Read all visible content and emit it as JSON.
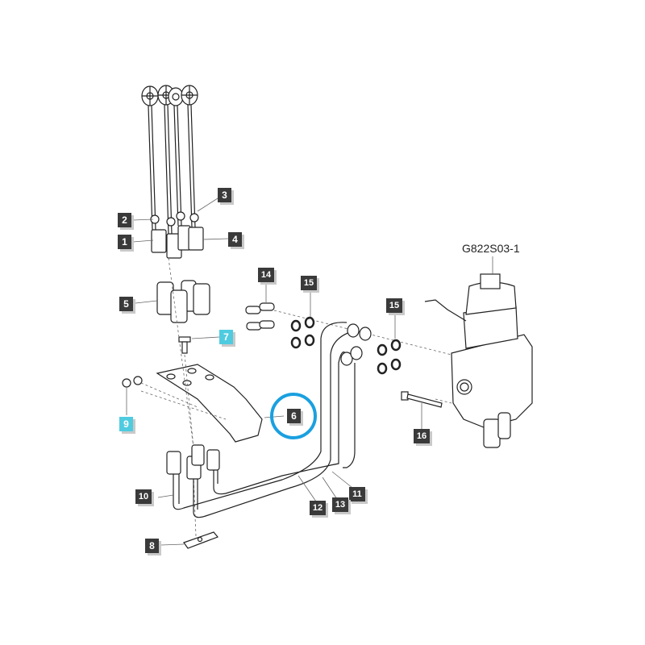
{
  "diagram": {
    "reference_code": "G822S03-1",
    "highlighted_part": "6",
    "colors": {
      "callout_default": "#3a3a3a",
      "callout_highlight": "#4fcbe0",
      "ring": "#1aa0e0",
      "line": "#222222"
    },
    "callouts": [
      {
        "id": "1",
        "style": "dark"
      },
      {
        "id": "2",
        "style": "dark"
      },
      {
        "id": "3",
        "style": "dark"
      },
      {
        "id": "4",
        "style": "dark"
      },
      {
        "id": "5",
        "style": "dark"
      },
      {
        "id": "6",
        "style": "dark"
      },
      {
        "id": "7",
        "style": "cyan"
      },
      {
        "id": "8",
        "style": "dark"
      },
      {
        "id": "9",
        "style": "cyan"
      },
      {
        "id": "10",
        "style": "dark"
      },
      {
        "id": "11",
        "style": "dark"
      },
      {
        "id": "12",
        "style": "dark"
      },
      {
        "id": "13",
        "style": "dark"
      },
      {
        "id": "14",
        "style": "dark"
      },
      {
        "id": "15",
        "style": "dark"
      },
      {
        "id": "15",
        "style": "dark"
      },
      {
        "id": "16",
        "style": "dark"
      }
    ]
  }
}
